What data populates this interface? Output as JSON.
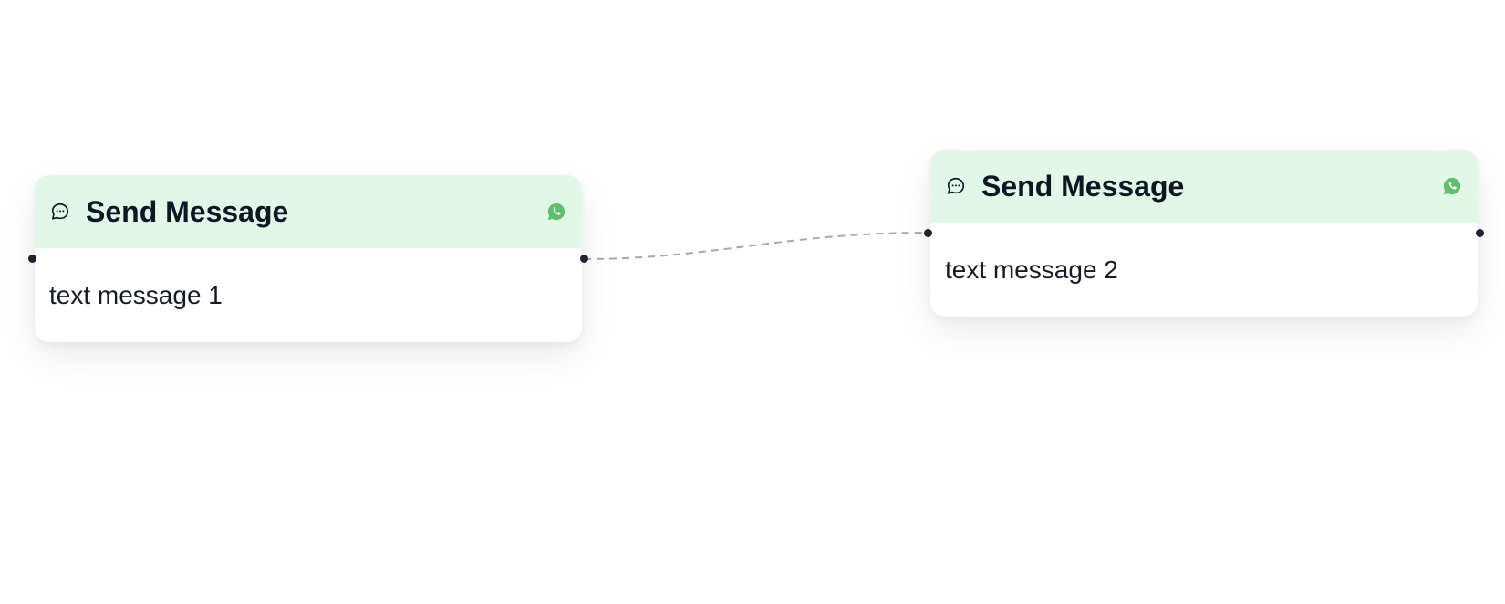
{
  "canvas": {
    "edge_color": "#a6a8ad"
  },
  "nodes": [
    {
      "title": "Send Message",
      "text": "text message 1",
      "header_icon": "chat-bubble-icon",
      "channel_icon": "whatsapp-icon",
      "header_color": "#e1f8e8",
      "channel_color": "#5fbf6a"
    },
    {
      "title": "Send Message",
      "text": "text message 2",
      "header_icon": "chat-bubble-icon",
      "channel_icon": "whatsapp-icon",
      "header_color": "#e1f8e8",
      "channel_color": "#5fbf6a"
    }
  ]
}
